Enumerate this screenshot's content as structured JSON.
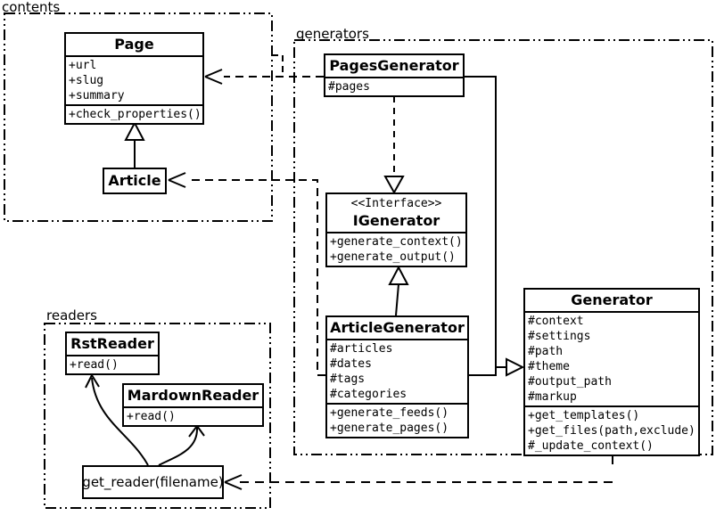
{
  "colors": {
    "line": "#000000",
    "background": "#ffffff"
  },
  "packages": {
    "contents": {
      "label": "contents"
    },
    "generators": {
      "label": "generators"
    },
    "readers": {
      "label": "readers"
    }
  },
  "classes": {
    "page": {
      "name": "Page",
      "attributes": [
        "+url",
        "+slug",
        "+summary"
      ],
      "methods": [
        "+check_properties()"
      ]
    },
    "article": {
      "name": "Article"
    },
    "pages_generator": {
      "name": "PagesGenerator",
      "attributes": [
        "#pages"
      ]
    },
    "igenerator": {
      "stereotype": "<<Interface>>",
      "name": "IGenerator",
      "methods": [
        "+generate_context()",
        "+generate_output()"
      ]
    },
    "article_generator": {
      "name": "ArticleGenerator",
      "attributes": [
        "#articles",
        "#dates",
        "#tags",
        "#categories"
      ],
      "methods": [
        "+generate_feeds()",
        "+generate_pages()"
      ]
    },
    "generator": {
      "name": "Generator",
      "attributes": [
        "#context",
        "#settings",
        "#path",
        "#theme",
        "#output_path",
        "#markup"
      ],
      "methods": [
        "+get_templates()",
        "+get_files(path,exclude)",
        "#_update_context()"
      ]
    },
    "rst_reader": {
      "name": "RstReader",
      "methods": [
        "+read()"
      ]
    },
    "mardown_reader": {
      "name": "MardownReader",
      "methods": [
        "+read()"
      ]
    },
    "get_reader": {
      "label": "get_reader(filename)"
    }
  }
}
